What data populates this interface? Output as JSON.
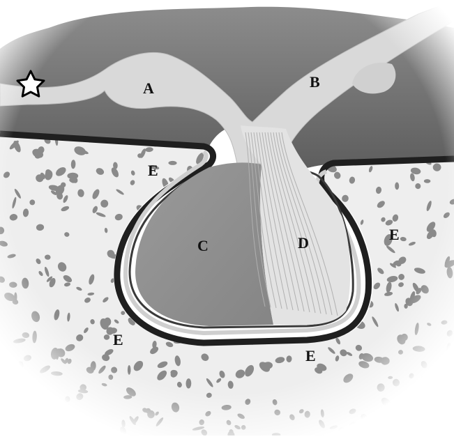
{
  "figure": {
    "labels": {
      "a": "A",
      "b": "B",
      "c": "C",
      "d": "D",
      "e1": "E",
      "e2": "E",
      "e3": "E",
      "e4": "E"
    },
    "marker_icon": "star-outline-icon",
    "colors": {
      "bone": "#eeeeee",
      "pore": "#8a8a8a",
      "brain": "#6e6e6e",
      "pale_tissue": "#d8d8d8",
      "gland_c": "#8f8f8f",
      "gland_d": "#e2e2e2",
      "dura": "#222222"
    }
  }
}
